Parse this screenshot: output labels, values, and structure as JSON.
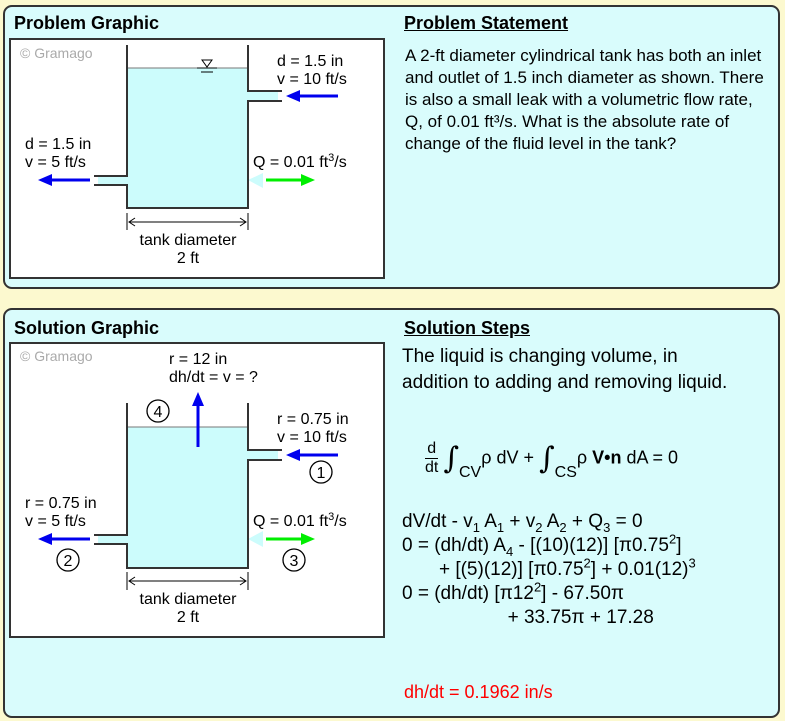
{
  "problem": {
    "title": "Problem Graphic",
    "statement_title": "Problem Statement",
    "statement": "A 2-ft diameter cylindrical tank has both an inlet and outlet of 1.5 inch diameter as shown. There is also a small leak with a volumetric flow rate, Q, of 0.01 ft³/s. What is the absolute rate of change of the fluid level in the tank?",
    "graphic": {
      "copyright": "© Gramago",
      "inlet_d": "d = 1.5 in",
      "inlet_v": "v = 10 ft/s",
      "outlet_d": "d = 1.5 in",
      "outlet_v": "v = 5 ft/s",
      "leak_q": "Q = 0.01 ft",
      "leak_exp": "3",
      "leak_unit": "/s",
      "dim_label": "tank diameter",
      "dim_value": "2 ft"
    }
  },
  "solution": {
    "title": "Solution Graphic",
    "steps_title": "Solution Steps",
    "intro": "The liquid is changing volume, in addition to adding and removing liquid.",
    "graphic": {
      "copyright": "© Gramago",
      "top_r": "r = 12 in",
      "top_v": "dh/dt = v = ?",
      "inlet_r": "r = 0.75 in",
      "inlet_v": "v = 10 ft/s",
      "outlet_r": "r = 0.75 in",
      "outlet_v": "v = 5 ft/s",
      "leak_q": "Q = 0.01 ft",
      "leak_exp": "3",
      "leak_unit": "/s",
      "n1": "1",
      "n2": "2",
      "n3": "3",
      "n4": "4",
      "dim_label": "tank diameter",
      "dim_value": "2 ft"
    },
    "continuity": {
      "d": "d",
      "dt": "dt",
      "int": "∫",
      "cv": "CV",
      "rho1": "ρ dV + ",
      "cs": "CS",
      "rho2": "ρ ",
      "vn": "V•n",
      "rest": " dA = 0"
    },
    "lines": [
      [
        {
          "t": "dV/dt - v"
        },
        {
          "t": "1",
          "s": "sub"
        },
        {
          "t": " A"
        },
        {
          "t": "1",
          "s": "sub"
        },
        {
          "t": " + v"
        },
        {
          "t": "2",
          "s": "sub"
        },
        {
          "t": " A"
        },
        {
          "t": "2",
          "s": "sub"
        },
        {
          "t": " + Q"
        },
        {
          "t": "3",
          "s": "sub"
        },
        {
          "t": " = 0"
        }
      ],
      [
        {
          "t": "0 = (dh/dt) A"
        },
        {
          "t": "4",
          "s": "sub"
        },
        {
          "t": " - [(10)(12)] [π0.75"
        },
        {
          "t": "2",
          "s": "sup"
        },
        {
          "t": "]"
        }
      ],
      [
        {
          "t": "       + [(5)(12)] [π0.75"
        },
        {
          "t": "2",
          "s": "sup"
        },
        {
          "t": "] + 0.01(12)"
        },
        {
          "t": "3",
          "s": "sup"
        }
      ],
      [
        {
          "t": "0 = (dh/dt) [π12"
        },
        {
          "t": "2",
          "s": "sup"
        },
        {
          "t": "] - 67.50π"
        }
      ],
      [
        {
          "t": "                    + 33.75π + 17.28"
        }
      ]
    ],
    "answer": "dh/dt = 0.1962 in/s"
  },
  "colors": {
    "background": "#fcf9cf",
    "panel": "#d9fcfc",
    "water": "#ccfcfc",
    "flow_arrow": "#0000ee",
    "leak_arrow": "#00ee00",
    "answer": "#ff0000"
  }
}
